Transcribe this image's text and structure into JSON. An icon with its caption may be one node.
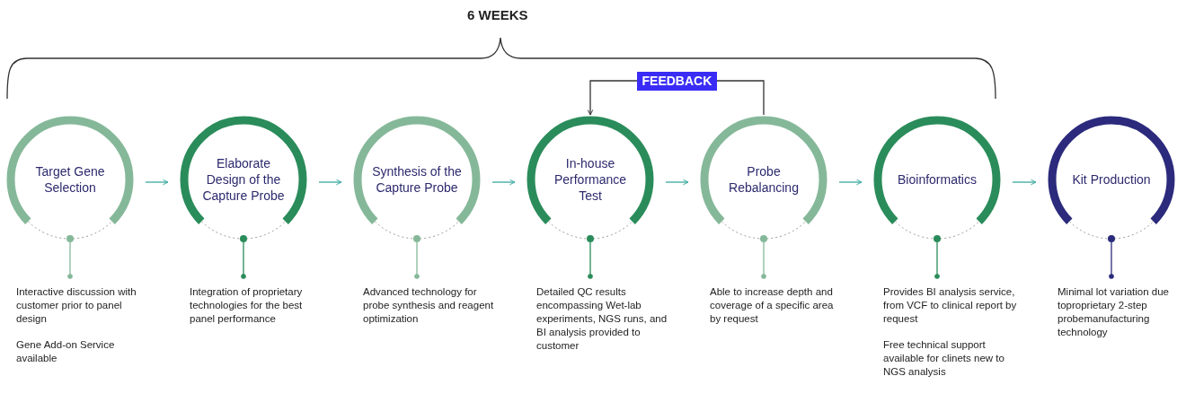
{
  "diagram": {
    "nodes": [
      {
        "text": [
          "Target Gene Selection"
        ]
      },
      {
        "text": [
          "Elaborate Design of the Capture Probe"
        ]
      },
      {
        "text": [
          "Synthesis of the Capture Probe"
        ]
      },
      {
        "text": [
          "In-house Performance Test"
        ]
      },
      {
        "text": [
          "Probe Rebalancing"
        ]
      },
      {
        "text": [
          "Bioinformatics"
        ]
      },
      {
        "text": [
          "Kit Production"
        ]
      },
      {
        "text": [
          "Interactive discussion with customer prior to panel design",
          "Gene Add-on Service available"
        ]
      },
      {
        "text": [
          "Integration of proprietary technologies for the best panel performance"
        ]
      },
      {
        "text": [
          "Advanced technology for probe synthesis and reagent optimization"
        ]
      },
      {
        "text": [
          "Detailed QC results encompassing Wet-lab experiments, NGS runs, and BI analysis provided to customer"
        ]
      },
      {
        "text": [
          "Able to increase depth and coverage of a specific area by request"
        ]
      },
      {
        "text": [
          "Provides BI analysis service, from VCF to clinical report by request",
          "Free technical support available for clinets new to NGS analysis"
        ]
      },
      {
        "text": [
          "Minimal lot variation due toproprietary 2-step probemanufacturing technology"
        ]
      }
    ],
    "edges": [
      {
        "from": 0,
        "to": 1,
        "arrow": "to"
      },
      {
        "from": 1,
        "to": 2,
        "arrow": "to"
      },
      {
        "from": 2,
        "to": 3,
        "arrow": "to"
      },
      {
        "from": 3,
        "to": 4,
        "arrow": "to"
      },
      {
        "from": 4,
        "to": 5,
        "arrow": "to"
      },
      {
        "from": 5,
        "to": 6,
        "arrow": "to"
      },
      {
        "from": 4,
        "to": 3,
        "arrow": "to",
        "label": "FEEDBACK",
        "color": "#333333"
      },
      {
        "from": 0,
        "to": 7,
        "arrow": "other"
      },
      {
        "from": 1,
        "to": 8,
        "arrow": "other"
      },
      {
        "from": 2,
        "to": 9,
        "arrow": "other"
      },
      {
        "from": 3,
        "to": 10,
        "arrow": "other"
      },
      {
        "from": 4,
        "to": 11,
        "arrow": "other"
      },
      {
        "from": 5,
        "to": 12,
        "arrow": "other"
      },
      {
        "from": 6,
        "to": 13,
        "arrow": "other",
        "color": "#2b2a7c"
      }
    ],
    "labels": [
      "6 WEEKS"
    ]
  }
}
